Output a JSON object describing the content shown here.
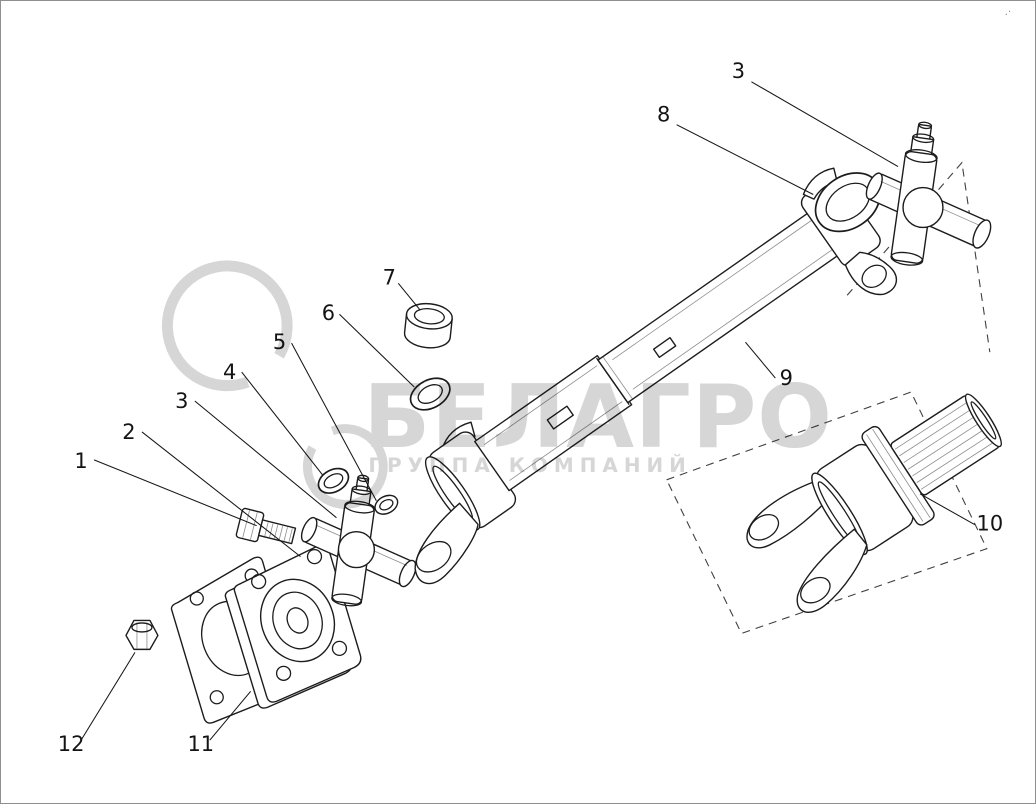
{
  "watermark": {
    "brand": "БЕЛАГРО",
    "tagline": "ГРУППА КОМПАНИЙ",
    "color": "#d6d6d6"
  },
  "corner_mark": ".·",
  "colors": {
    "background": "#ffffff",
    "line": "#1c1c1c",
    "frame": "#8f8f8f",
    "watermark": "#d6d6d6"
  },
  "callouts": [
    {
      "label": "1",
      "text": [
        80,
        468
      ],
      "line": [
        93,
        460,
        256,
        526
      ]
    },
    {
      "label": "2",
      "text": [
        128,
        439
      ],
      "line": [
        141,
        432,
        300,
        557
      ]
    },
    {
      "label": "3",
      "text": [
        181,
        408
      ],
      "line": [
        194,
        401,
        336,
        518
      ]
    },
    {
      "label": "4",
      "text": [
        229,
        379
      ],
      "line": [
        241,
        372,
        322,
        475
      ]
    },
    {
      "label": "5",
      "text": [
        279,
        349
      ],
      "line": [
        291,
        343,
        376,
        501
      ]
    },
    {
      "label": "6",
      "text": [
        328,
        320
      ],
      "line": [
        339,
        314,
        414,
        387
      ]
    },
    {
      "label": "7",
      "text": [
        389,
        284
      ],
      "line": [
        398,
        283,
        420,
        310
      ]
    },
    {
      "label": "8",
      "text": [
        664,
        121
      ],
      "line": [
        677,
        124,
        814,
        194
      ]
    },
    {
      "label": "3",
      "text": [
        739,
        77
      ],
      "line": [
        752,
        81,
        899,
        166
      ]
    },
    {
      "label": "9",
      "text": [
        787,
        385
      ],
      "line": [
        776,
        378,
        746,
        342
      ]
    },
    {
      "label": "10",
      "text": [
        991,
        531
      ],
      "line": [
        976,
        525,
        921,
        494
      ]
    },
    {
      "label": "11",
      "text": [
        200,
        752
      ],
      "line": [
        209,
        741,
        250,
        692
      ]
    },
    {
      "label": "12",
      "text": [
        70,
        752
      ],
      "line": [
        80,
        741,
        134,
        653
      ]
    }
  ]
}
